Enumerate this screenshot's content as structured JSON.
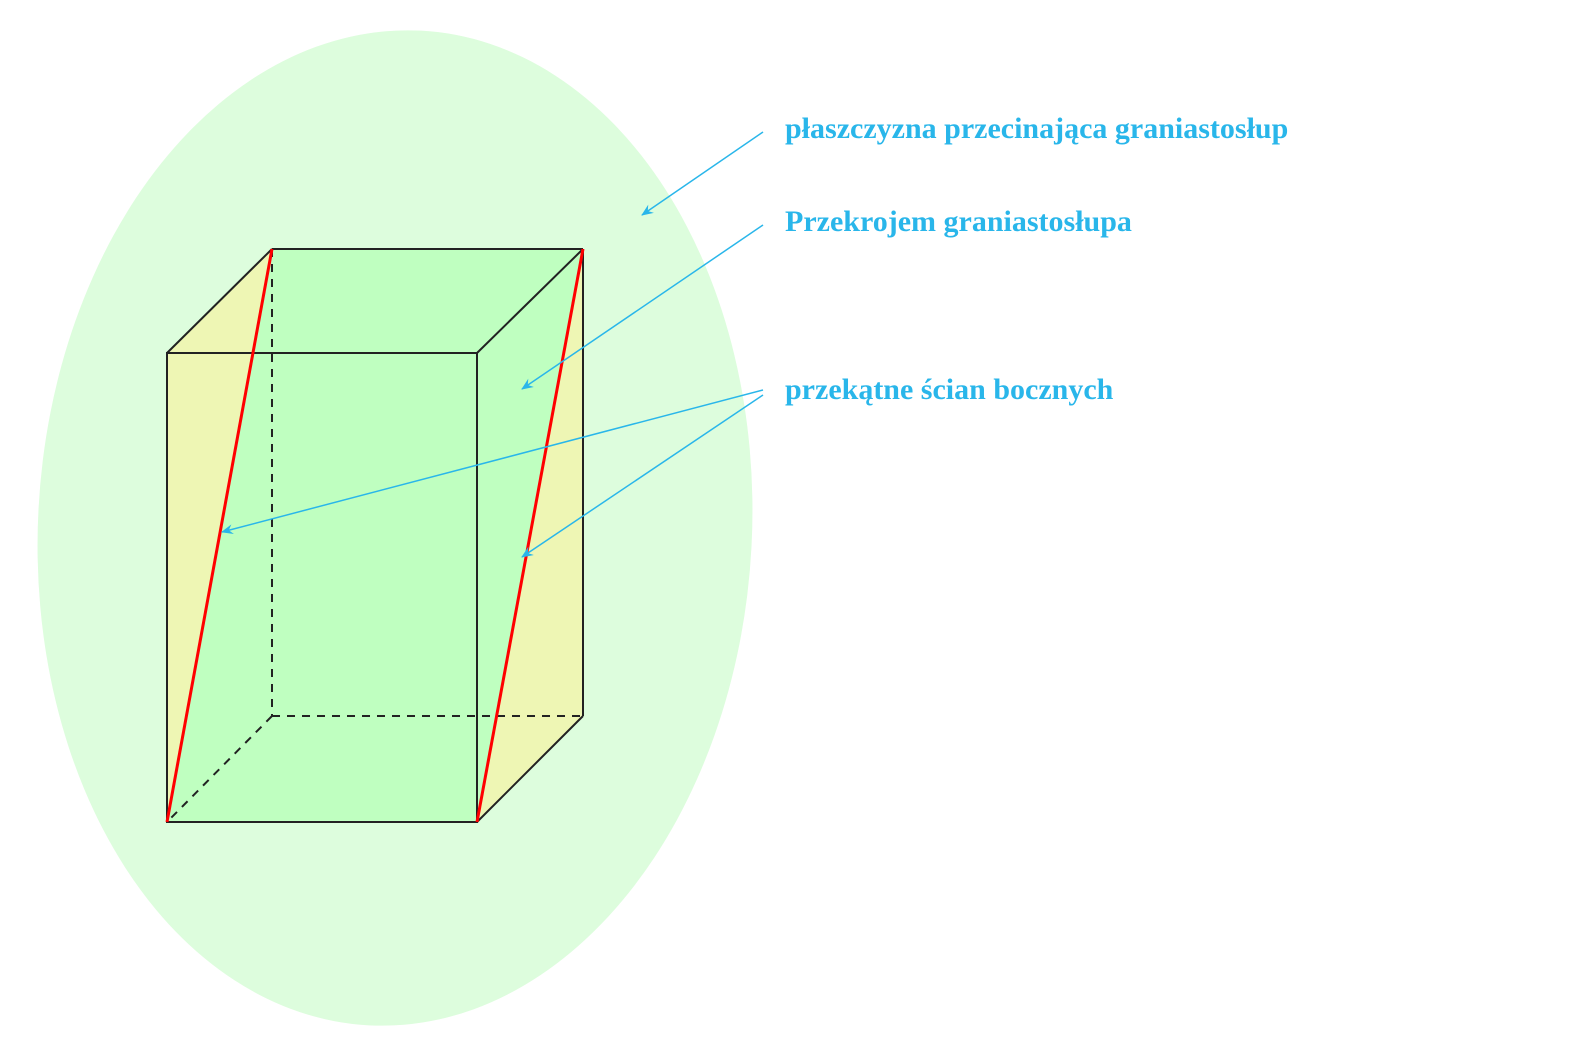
{
  "labels": {
    "plane": "płaszczyzna przecinająca graniastosłup",
    "section": "Przekrojem graniastosłupa",
    "diagonals": "przekątne ścian bocznych"
  },
  "colors": {
    "plane": "#ddfddd",
    "section": "#bfffc0",
    "side_face": "#eef6b4",
    "diagonal": "#ff0000",
    "edge": "#222222",
    "annotation": "#29b6ea"
  }
}
